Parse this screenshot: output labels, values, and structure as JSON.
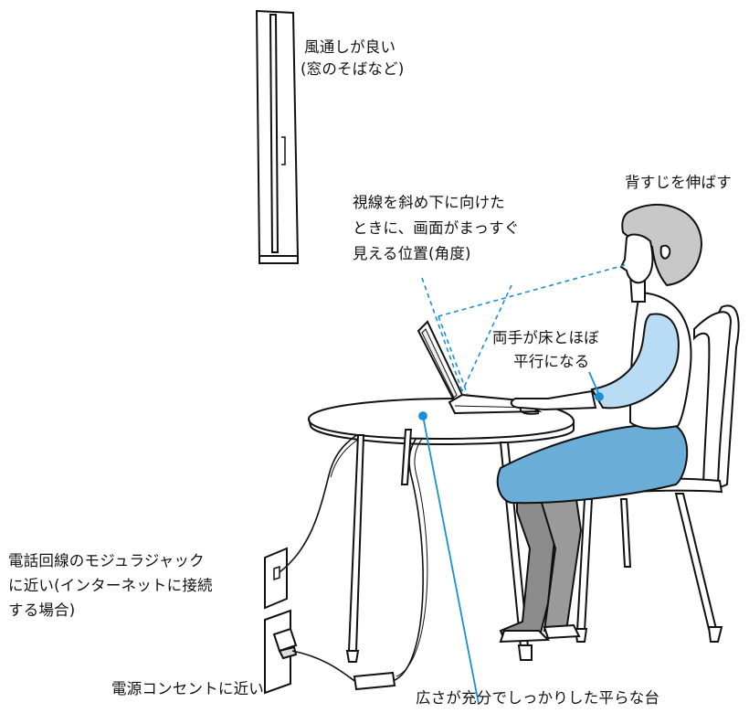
{
  "labels": {
    "ventilation_l1": "風通しが良い",
    "ventilation_l2": "(窓のそばなど)",
    "posture_back": "背すじを伸ばす",
    "view_l1": "視線を斜め下に向けた",
    "view_l2": "ときに、画面がまっすぐ",
    "view_l3": "見える位置(角度)",
    "hands_l1": "両手が床とほぼ",
    "hands_l2": "平行になる",
    "phone_l1": "電話回線のモジュラジャック",
    "phone_l2": "に近い(インターネットに接続",
    "phone_l3": "する場合)",
    "power": "電源コンセントに近い",
    "table": "広さが充分でしっかりした平らな台"
  },
  "colors": {
    "accent_blue": "#1a8fd6",
    "skirt_blue": "#6aaed8",
    "sleeve_blue": "#b8dcf4",
    "leg_gray": "#8c8c8c",
    "hair_gray": "#c8c8c8"
  }
}
